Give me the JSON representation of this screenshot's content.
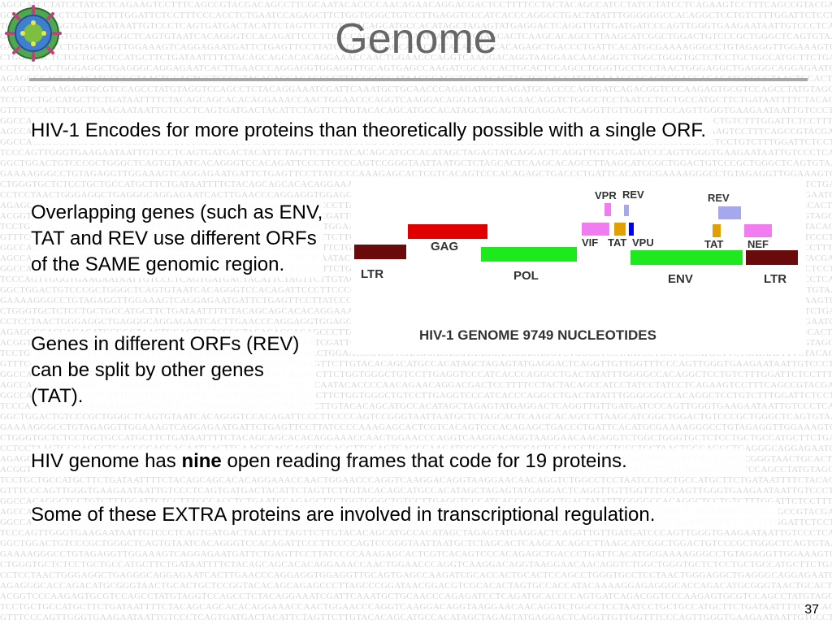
{
  "slide": {
    "title": "Genome",
    "page_number": "37"
  },
  "body": {
    "intro": "HIV-1 Encodes for more proteins than theoretically possible with a single ORF.",
    "overlap": "Overlapping genes (such as ENV, TAT and REV use different ORFs of the SAME genomic region.",
    "split": "Genes in different ORFs (REV) can be split by other genes (TAT).",
    "nine_prefix": "HIV genome has ",
    "nine_bold": "nine",
    "nine_suffix": " open reading frames that code for 19 proteins.",
    "extra": "Some of these EXTRA proteins are involved in transcriptional regulation."
  },
  "genome_map": {
    "caption": "HIV-1 GENOME  9749 NUCLEOTIDES",
    "genes": {
      "ltr_left": "LTR",
      "gag": "GAG",
      "pol": "POL",
      "vpr": "VPR",
      "rev1": "REV",
      "vif": "VIF",
      "tat1": "TAT",
      "vpu": "VPU",
      "env": "ENV",
      "rev2": "REV",
      "tat2": "TAT",
      "nef": "NEF",
      "ltr_right": "LTR"
    },
    "colors": {
      "ltr": "#6b0a0a",
      "gag": "#e00000",
      "pol": "#1ee81e",
      "env": "#1ee81e",
      "vpr": "#f07cf0",
      "vif": "#f07cf0",
      "nef": "#f07cf0",
      "rev": "#a7a7ee",
      "tat": "#e0a000",
      "vpu": "#0000e0"
    }
  },
  "background": {
    "dna_text_color": "#d6d6d6",
    "sequence_rows": [
      "AGCCATCCTATCCTATCCTCAGAAGTCCTTTCAGCCGTACGACAGCCTTCGCAATACACCCCAACAGAACAGGACGACTCCTTTTCCTACTAC",
      "GGCCACAGGCTCCTGTCTTTGGATTCTCCTTTCCCACCTCTGAATCCAGAGCTTCTGGTGGGCTGTCCTTGAGGTCCCATCACCCAGGCCTGACTATATTTGGGG",
      "TCCCAGTTGGGTGAAGAATAATTGTCCCTCAGTGATGACTACATTCTAGTTCTTGTACACAGCATGCCACATAGCTAGAGTATGAGGACTCAGGTTGTTGATGA",
      "GGCTGGACTGTCCCGCTGGGCTCAGTGTAATCACAGGGTCCACAGATTCCCTTCCCCAGTCCGGGTAATTAATGCTCTAGCACTCAAGCACAGCCTTAAGCATC",
      "GAAAAGGGCCTGTAGAGGTTGGAAAGTCAGGAGAATGATTCTGAGTTCCTTATCCCCAAAGAGCACTCGTCACAGTCCCACAGAGCTGACCCTGATTCACATGC",
      "CTGGGTGCTCTCCTGCTGCCATGCTTCTGATAATTTTCTACAGCAGCACACAGGAAACCAACTGGAACCCAGGTCAAGGACAGGTAAGGAACAACAGGTCTGG",
      "CCTCCTAACTGGGAGGCTGAGGGCAGGAGAATCACTTGAACCCAGGAGGTGGAGGTTGCAGTGAGCCAAGATCGCACCACTGCACTCCAGCCTGGGTG",
      "AGAGGGCACCAGACATGCGGGTAACTGCACTGCTCCGGTACACAGCAGAGCCCTTAGCCCGGATAACGGACGTCGCACACTAGTGCCACCATACAAAAGG",
      "ACGGTCCCAAGAGTGCGTCCAGCCTATGTAGGTCCAGCCTCTACAGGAAATCGATTCAAATGCTGCAACCCAGAGATCCTCAGATGCACCCCAGTGATCAG",
      "TCCTGCTGCCATGCTTCTGATAATTTTCTACAGCAGCACACAGGAAACCAACTGGAACCCAGGTCAAGGACAGGTAAGGAACAACAGGTCTGGCCTCCTAA",
      "GTTTCCCAGTTGGGTGAAGAATAATTGTCCCTCAGTGATGACTACATTCTAGTTCTTGTACACAGCATGCCACATAGCTAGAGTATGAGGACTCAGGTTGTTG",
      "GGCCACAGGCTCCTGTCTTTGGATTCTCCTTTCCCACCTCTGAATCCAGAGCTTCTGGTGGGCTGTCCTTGAGGTCCCATCACCCAGGCCTGACTATATTTGG"
    ]
  }
}
